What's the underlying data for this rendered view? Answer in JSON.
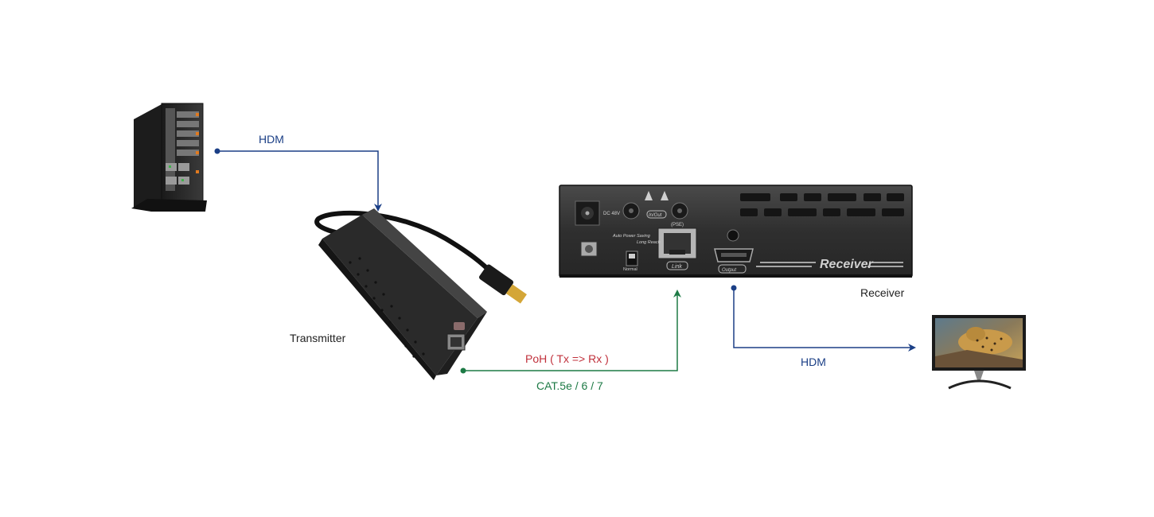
{
  "labels": {
    "hdmi_top": "HDM",
    "transmitter": "Transmitter",
    "receiver": "Receiver",
    "poh": "PoH ( Tx => Rx )",
    "cable": "CAT.5e / 6 / 7",
    "hdmi_bottom": "HDM"
  },
  "receiver_panel": {
    "dc": "DC 48V",
    "inout": "In/Out",
    "pse": "(PSE)",
    "auto_power": "Auto Power Saving",
    "long_reach": "Long Reach",
    "normal": "Normal",
    "link": "Link",
    "output": "Output",
    "brand": "Receiver"
  },
  "colors": {
    "hdmi_line": "#1b3f86",
    "cable_line": "#1d7a45",
    "poh_text": "#c0303b"
  }
}
